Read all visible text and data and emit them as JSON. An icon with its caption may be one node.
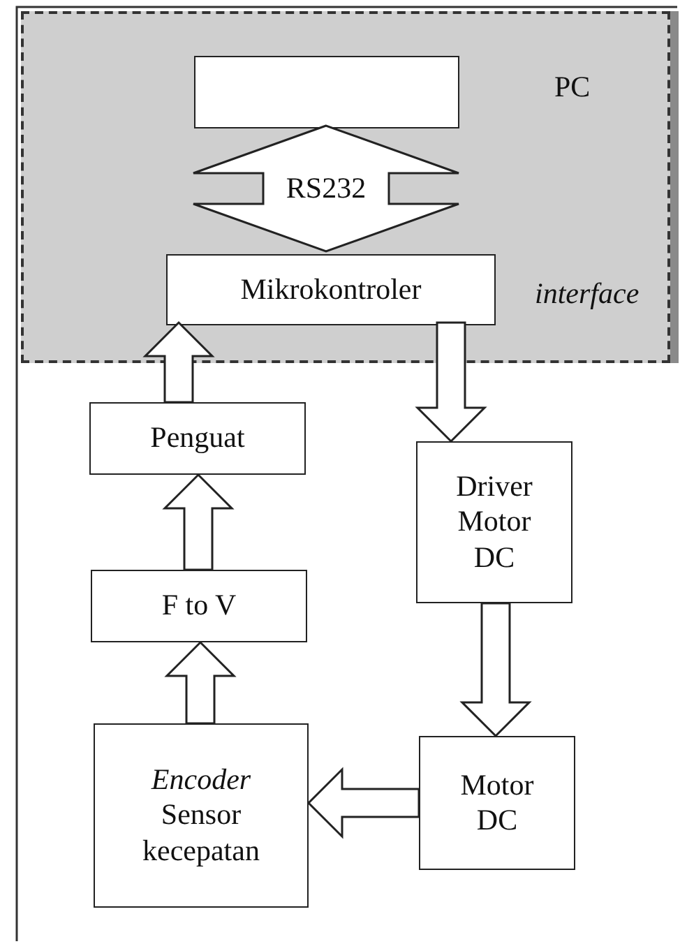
{
  "diagram": {
    "nodes": [
      {
        "text": [
          "PC",
          "interface"
        ]
      },
      {
        "text": [],
        "shape": "box",
        "in": 0
      },
      {
        "text": [
          "Mikrokontroler"
        ],
        "in": 0
      },
      {
        "text": [
          "Penguat"
        ]
      },
      {
        "text": [
          "Driver Motor DC"
        ]
      },
      {
        "text": [
          "F to V"
        ]
      },
      {
        "text": [
          "*Encoder* Sensor kecepatan"
        ]
      },
      {
        "text": [
          "Motor DC"
        ]
      }
    ],
    "edges": [
      {
        "from": 1,
        "to": 2,
        "arrow": "both",
        "label": "RS232"
      },
      {
        "from": 3,
        "to": 2,
        "arrow": "to"
      },
      {
        "from": 2,
        "to": 4,
        "arrow": "to"
      },
      {
        "from": 4,
        "to": 7,
        "arrow": "to"
      },
      {
        "from": 7,
        "to": 6,
        "arrow": "to"
      },
      {
        "from": 6,
        "to": 5,
        "arrow": "to"
      },
      {
        "from": 5,
        "to": 3,
        "arrow": "to"
      }
    ]
  }
}
